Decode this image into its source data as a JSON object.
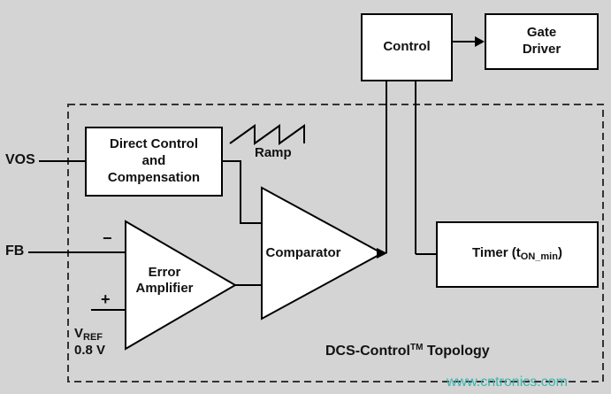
{
  "blocks": {
    "control": {
      "label": "Control"
    },
    "gate_driver": {
      "line1": "Gate",
      "line2": "Driver"
    },
    "direct_control": {
      "line1": "Direct Control",
      "line2": "and",
      "line3": "Compensation"
    },
    "error_amplifier": {
      "line1": "Error",
      "line2": "Amplifier"
    },
    "comparator": {
      "label": "Comparator"
    },
    "timer": {
      "prefix": "Timer (t",
      "subscript": "ON_min",
      "suffix": ")"
    }
  },
  "signals": {
    "vos": "VOS",
    "fb": "FB",
    "ramp": "Ramp",
    "minus": "−",
    "plus": "+",
    "vref": {
      "base": "V",
      "subscript": "REF",
      "value": "0.8 V"
    }
  },
  "caption": {
    "main": "DCS-Control",
    "superscript": "TM",
    "suffix": " Topology"
  },
  "watermark": {
    "text": "www.cntronics.com",
    "color": "#3bb6ae"
  },
  "colors": {
    "background": "#d4d4d4",
    "box_fill": "#ffffff",
    "stroke": "#000000",
    "dashed_border": "#333333"
  }
}
